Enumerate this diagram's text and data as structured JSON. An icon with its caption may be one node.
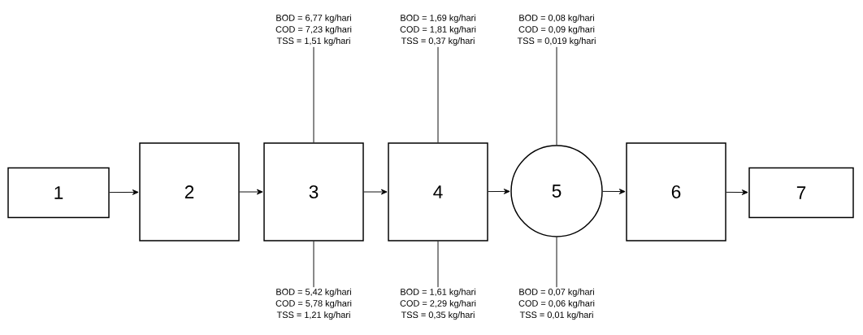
{
  "diagram": {
    "nodes": [
      {
        "text": [
          "BOD = 6,77 kg/hari",
          "COD = 7,23 kg/hari",
          "TSS = 1,51 kg/hari"
        ]
      },
      {
        "text": [
          "BOD = 1,69 kg/hari",
          "COD = 1,81 kg/hari",
          "TSS = 0,37 kg/hari"
        ]
      },
      {
        "text": [
          "BOD = 0,08 kg/hari",
          "COD = 0,09 kg/hari",
          "TSS = 0,019 kg/hari"
        ]
      },
      {
        "text": [
          "1"
        ]
      },
      {
        "text": [
          "2"
        ]
      },
      {
        "text": [
          "3"
        ]
      },
      {
        "text": [
          "4"
        ]
      },
      {
        "text": [
          "5"
        ]
      },
      {
        "text": [
          "6"
        ]
      },
      {
        "text": [
          "7"
        ]
      },
      {
        "text": [
          "BOD = 5,42 kg/hari",
          "COD = 5,78 kg/hari",
          "TSS = 1,21 kg/hari"
        ]
      },
      {
        "text": [
          "BOD = 1,61 kg/hari",
          "COD = 2,29 kg/hari",
          "TSS = 0,35 kg/hari"
        ]
      },
      {
        "text": [
          "BOD = 0,07 kg/hari",
          "COD = 0,06 kg/hari",
          "TSS = 0,01 kg/hari"
        ]
      }
    ],
    "edges": [
      {
        "from": 3,
        "to": 4,
        "arrow": "to"
      },
      {
        "from": 4,
        "to": 5,
        "arrow": "to"
      },
      {
        "from": 5,
        "to": 6,
        "arrow": "to"
      },
      {
        "from": 6,
        "to": 7,
        "arrow": "to"
      },
      {
        "from": 7,
        "to": 8,
        "arrow": "to"
      },
      {
        "from": 8,
        "to": 9,
        "arrow": "to"
      },
      {
        "from": 0,
        "to": 5,
        "arrow": "none"
      },
      {
        "from": 1,
        "to": 6,
        "arrow": "none"
      },
      {
        "from": 2,
        "to": 7,
        "arrow": "none"
      },
      {
        "from": 10,
        "to": 5,
        "arrow": "none"
      },
      {
        "from": 11,
        "to": 6,
        "arrow": "none"
      },
      {
        "from": 12,
        "to": 7,
        "arrow": "none"
      }
    ]
  }
}
